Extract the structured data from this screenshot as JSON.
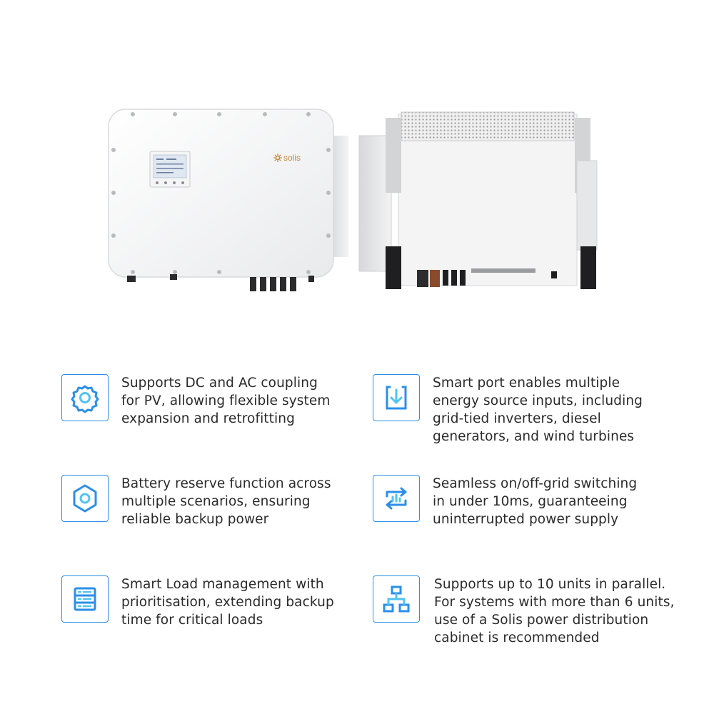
{
  "brand": {
    "logo_text": "solis",
    "accent": "#c8893a"
  },
  "colors": {
    "icon_blue": "#2b8fe8",
    "icon_light": "#52c3f0",
    "text": "#2a2a2a"
  },
  "features": [
    {
      "icon": "gear-icon",
      "lines": [
        "Supports DC and AC coupling",
        "for PV, allowing flexible system",
        "expansion and retrofitting"
      ]
    },
    {
      "icon": "download-box-icon",
      "lines": [
        "Smart port enables multiple",
        "energy source inputs, including",
        "grid-tied inverters, diesel",
        "generators, and wind turbines"
      ]
    },
    {
      "icon": "hexagon-icon",
      "lines": [
        "Battery reserve function across",
        "multiple scenarios, ensuring",
        "reliable backup power"
      ]
    },
    {
      "icon": "switch-arrows-icon",
      "lines": [
        "Seamless on/off-grid switching",
        "in under 10ms, guaranteeing",
        "uninterrupted power supply"
      ]
    },
    {
      "icon": "server-rack-icon",
      "lines": [
        "Smart Load management with",
        "prioritisation, extending backup",
        "time for critical loads"
      ]
    },
    {
      "icon": "network-icon",
      "lines": [
        "Supports up to 10 units in parallel.",
        "For systems with more than 6 units,",
        "use of a Solis power distribution",
        "cabinet is recommended"
      ]
    }
  ]
}
